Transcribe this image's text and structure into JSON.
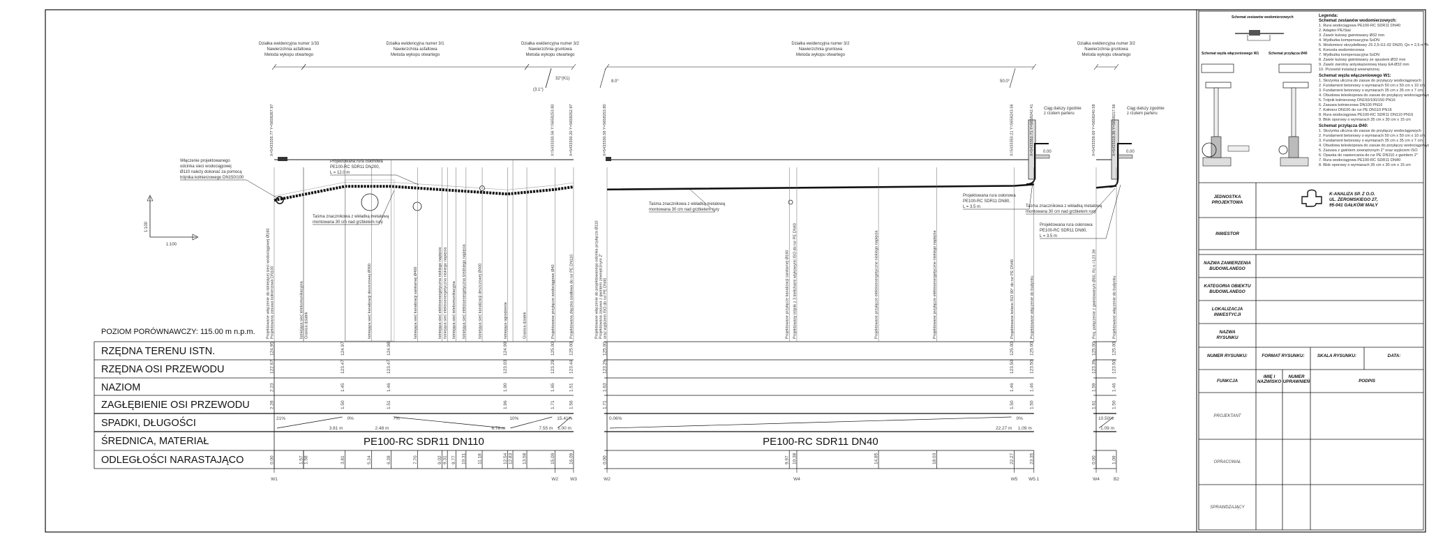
{
  "datum_label": "POZIOM PORÓWNAWCZY: 115.00 m n.p.m.",
  "row_labels": [
    "RZĘDNA TERENU ISTN.",
    "RZĘDNA OSI PRZEWODU",
    "NAZIOM",
    "ZAGŁĘBIENIE OSI PRZEWODU",
    "SPADKI, DŁUGOŚCI",
    "ŚREDNICA, MATERIAŁ",
    "ODLEGŁOŚCI NARASTAJĄCO"
  ],
  "scale_labels": {
    "vertical": "1:100",
    "horizontal": "1:100"
  },
  "segments": [
    {
      "material": "PE100-RC SDR11 DN110",
      "columns": [
        {
          "dist": "0.00",
          "labels": [
            "Projektowane włączenie do istniejącej sieci wodociągowej Ø160",
            "Projektowana zasuwa kołnierzowa DN100"
          ],
          "terrain": "124.95",
          "pipe": "122.67",
          "naziom": "2.23",
          "depth": "2.28"
        },
        {
          "dist": "1.57",
          "labels": [
            "Istniejąca sieć telekomunikacyjna"
          ]
        },
        {
          "dist": "1.58",
          "labels": [
            "Granica działek"
          ]
        },
        {
          "dist": "3.81",
          "labels": [],
          "terrain": "124.97",
          "pipe": "123.47",
          "naziom": "1.45",
          "depth": "1.50"
        },
        {
          "dist": "5.24",
          "labels": [
            "Istniejąca sieć kanalizacji deszczowej Ø300"
          ]
        },
        {
          "dist": "6.28",
          "labels": [],
          "terrain": "124.98",
          "pipe": "123.47",
          "naziom": "1.46",
          "depth": "1.51"
        },
        {
          "dist": "7.70",
          "labels": [
            "Istniejąca sieć kanalizacji sanitarnej Ø400"
          ]
        },
        {
          "dist": "9.02",
          "labels": [
            "Istniejąca sieć elektroenergetyczna niskiego napięcia"
          ]
        },
        {
          "dist": "9.31",
          "labels": [
            "Istniejąca sieć elektroenergetyczna niskiego napięcia"
          ]
        },
        {
          "dist": "9.77",
          "labels": [
            "Istniejąca sieć telekomunikacyjna"
          ]
        },
        {
          "dist": "10.31",
          "labels": [
            "Istniejąca sieć elektroenergetyczna średniego napięcia"
          ]
        },
        {
          "dist": "11.18",
          "labels": [
            "Istniejąca sieć kanalizacji deszczowej Ø400"
          ]
        },
        {
          "dist": "12.54",
          "labels": [
            "Istniejące ogrodzenie"
          ],
          "terrain": "124.99",
          "pipe": "123.03",
          "naziom": "1.90",
          "depth": "1.96"
        },
        {
          "dist": "12.83",
          "labels": []
        },
        {
          "dist": "13.58",
          "labels": [
            "Granica działek"
          ]
        },
        {
          "dist": "15.09",
          "labels": [
            "Projektowane przyłącze wodociągowe Ø40"
          ],
          "terrain": "125.00",
          "pipe": "123.29",
          "naziom": "1.65",
          "depth": "1.71"
        },
        {
          "dist": "16.09",
          "labels": [
            "Projektowana złączka siodłowa do rur PE DN110"
          ],
          "terrain": "125.00",
          "pipe": "123.44",
          "naziom": "1.51",
          "depth": "1.56"
        }
      ],
      "slopes": [
        {
          "from": 0,
          "to": 3.81,
          "pct": "21%",
          "len": "3.81 m",
          "dir": "up"
        },
        {
          "from": 3.81,
          "to": 6.28,
          "pct": "0%",
          "len": "2.48 m",
          "dir": "flat"
        },
        {
          "from": 6.28,
          "to": 12.54,
          "pct": "7%",
          "len": "6.78 m",
          "dir": "down"
        },
        {
          "from": 12.54,
          "to": 15.09,
          "pct": "10%",
          "len": "7.55 m",
          "dir": "up"
        },
        {
          "from": 15.09,
          "to": 16.09,
          "pct": "15.41%",
          "len": "1.00 m",
          "dir": "up"
        }
      ],
      "nodes": [
        {
          "name": "W1",
          "dist": 0
        },
        {
          "name": "W2",
          "dist": 15.09
        },
        {
          "name": "W3",
          "dist": 16.09
        }
      ],
      "parcels": [
        {
          "lines": [
            "Działka ewidencyjna numer 1/33",
            "Nawierzchnia asfaltowa",
            "Metoda wykopu otwartego"
          ],
          "from": 0,
          "to": 1.58
        },
        {
          "lines": [
            "Działka ewidencyjna numer 3/1",
            "Nawierzchnia asfaltowa",
            "Metoda wykopu otwartego"
          ],
          "from": 1.58,
          "to": 13.58
        },
        {
          "lines": [
            "Działka ewidencyjna numer 3/2",
            "Nawierzchnia gruntowa",
            "Metoda wykopu otwartego"
          ],
          "from": 13.58,
          "to": 16.09
        }
      ],
      "coords": [
        {
          "dist": 0,
          "text": "X=5433335.77 Y=5658267.97"
        },
        {
          "dist": 15.09,
          "text": "X=5433330.56 Y=5658253.80"
        },
        {
          "dist": 16.09,
          "text": "X=5433330.20 Y=5658252.97"
        }
      ],
      "angles": [
        "32°(K1)",
        "(3.1°)"
      ]
    },
    {
      "material": "PE100-RC SDR11 DN40",
      "columns": [
        {
          "dist": "0.00",
          "labels": [
            "Projektowane włączenie do projektowanego odcinka przyłącza Ø110",
            "Projektowana zasuwa z gwintem zewnętrznym 2\"",
            "oraz wyjściem ISO do rur PE DN40"
          ],
          "terrain": "125.00",
          "pipe": "123.29",
          "naziom": "1.63",
          "depth": "1.71"
        },
        {
          "dist": "9.97",
          "labels": [
            "Projektowane przyłącze kanalizacji sanitarnej Ø160"
          ]
        },
        {
          "dist": "10.38",
          "labels": [
            "Projektowany trójnik z 3 kielichami wtykowymi ISO do rur PE DN40"
          ]
        },
        {
          "dist": "14.85",
          "labels": [
            "Projektowane przyłącze elektroenergetyczne niskiego napięcia"
          ]
        },
        {
          "dist": "18.03",
          "labels": [
            "Projektowane przyłącze elektroenergetyczne niskiego napięcia"
          ]
        },
        {
          "dist": "22.27",
          "labels": [
            "Projektowane kolano ISO 90° do rur PE DN40"
          ],
          "terrain": "125.00",
          "pipe": "123.50",
          "naziom": "1.46",
          "depth": "1.50"
        },
        {
          "dist": "23.35",
          "labels": [
            "Projektowane włączenie do budynku"
          ],
          "terrain": "125.00",
          "pipe": "123.50",
          "naziom": "1.46",
          "depth": "1.50"
        }
      ],
      "slopes": [
        {
          "from": 0,
          "to": 22.27,
          "pct": "0.06%",
          "len": "22.27 m",
          "dir": "up"
        },
        {
          "from": 22.27,
          "to": 23.35,
          "pct": "0%",
          "len": "1.09 m",
          "dir": "flat"
        }
      ],
      "nodes": [
        {
          "name": "W2",
          "dist": 0
        },
        {
          "name": "W4",
          "dist": 10.38
        },
        {
          "name": "W5",
          "dist": 22.27
        },
        {
          "name": "W5.1",
          "dist": 23.35
        }
      ],
      "parcels": [
        {
          "lines": [
            "Działka ewidencyjna numer 3/2",
            "Nawierzchnia gruntowa",
            "Metoda wykopu otwartego"
          ],
          "from": 0,
          "to": 23.35
        }
      ],
      "coords": [
        {
          "dist": 0,
          "text": "X=5433330.56 Y=5658253.80"
        },
        {
          "dist": 22.27,
          "text": "X=5433350.21 Y=5658243.56"
        },
        {
          "dist": 23.35,
          "text": "X=5433352.71 Y=5658242.41"
        }
      ],
      "angles": [
        "8.0°",
        "50.0°"
      ]
    },
    {
      "material": "",
      "columns": [
        {
          "dist": "0.00",
          "labels": [
            "Proj. połączenie z gwintowanym Ø50, Rz.o.=123.39"
          ],
          "terrain": "125.00",
          "pipe": "123.39",
          "naziom": "1.59",
          "depth": "1.61"
        },
        {
          "dist": "1.09",
          "labels": [
            "Projektowane włączenie do budynku"
          ],
          "terrain": "125.00",
          "pipe": "123.50",
          "naziom": "1.46",
          "depth": "1.50"
        }
      ],
      "slopes": [
        {
          "from": 0,
          "to": 1.09,
          "pct": "10.50%",
          "len": "1.09 m",
          "dir": "up"
        }
      ],
      "nodes": [
        {
          "name": "W4",
          "dist": 0
        },
        {
          "name": "B2",
          "dist": 1.09
        }
      ],
      "parcels": [
        {
          "lines": [
            "Działka ewidencyjna numer 3/2",
            "Nawierzchnia gruntowa",
            "Metoda wykopu otwartego"
          ],
          "from": 0,
          "to": 1.09
        }
      ],
      "coords": [
        {
          "dist": 0,
          "text": "X=5433339.69 Y=5658240.58"
        },
        {
          "dist": 1.09,
          "text": "X=5433319.36 Y=5658217.56"
        }
      ],
      "angles": []
    }
  ],
  "callouts": {
    "connection": [
      "Włączenie projektowanego",
      "odcinka sieci wodociągowej",
      "Ø110 należy dokonać za pomocą",
      "trójnika kołnierzowego DN150/100"
    ],
    "casing_dn200": [
      "Projektowana rura osłonowa",
      "PE100-RC SDR11 DN200,",
      "L = 12.0 m"
    ],
    "tape": [
      "Taśma znacznikowa z wkładką metalową",
      "montowana 30 cm nad grzbietem rury"
    ],
    "casing_dn80": [
      "Projektowana rura osłonowa",
      "PE100-RC SDR11 DN80,",
      "L = 3.5 m"
    ],
    "continuation": [
      "Ciąg dalszy zgodnie",
      "z rzutem parteru"
    ],
    "floor_level": "0.00"
  },
  "legend": {
    "diagram_titles": [
      "Schemat zestawów wodomierzowych",
      "Schemat węzła włączeniowego W1",
      "Schemat przyłącza Ø40"
    ],
    "title": "Legenda:",
    "groups": [
      {
        "heading": "Schemat zestawów wodomierzowych:",
        "items": [
          "1. Rura wodociągowa PE100-RC SDR11 DN40",
          "2. Adapter PE/Stal",
          "3. Zawór kulowy gwintowany Ø32 mm",
          "4. Wydłużka kompensacyjna SxDN",
          "5. Wodomierz skrzydełkowy JS 2,5-G1-02 DN20, Qn = 2,5 m³/h",
          "6. Konsola wodomierzowa",
          "7. Wydłużka kompensacyjna SxDN",
          "8. Zawór kulowy gwintowany ze spustem Ø32 mm",
          "9. Zawór zwrotny antyskażeniowy klasy EA Ø32 mm",
          "10. Przewód instalacji wewnętrznej"
        ]
      },
      {
        "heading": "Schemat węzła włączeniowego W1:",
        "items": [
          "1. Skrzynka uliczna do zasuw do przyłączy wodociągowych",
          "2. Fundament betonowy o wymiarach 50 cm x 50 cm x 10 cm",
          "3. Fundament betonowy o wymiarach 35 cm x 35 cm x 7 cm",
          "4. Obudowa teleskopowa do zasuw do przyłączy wodociągowych",
          "5. Trójnik kołnierzowy DN150/100/150 PN16",
          "6. Zasuwa kołnierzowa DN100 PN16",
          "7. Kołnierz DN100 do rur PE DN110 PN16",
          "8. Rura wodociągowa PE100-RC SDR11 DN110 PN16",
          "9. Blok oporowy o wymiarach 35 cm x 30 cm x 15 cm"
        ]
      },
      {
        "heading": "Schemat przyłącza Ø40:",
        "items": [
          "1. Skrzynka uliczna do zasuw do przyłączy wodociągowych",
          "2. Fundament betonowy o wymiarach 50 cm x 50 cm x 10 cm",
          "3. Fundament betonowy o wymiarach 35 cm x 35 cm x 7 cm",
          "4. Obudowa teleskopowa do zasuw do przyłączy wodociągowych",
          "5. Zasuwa z gwintem zewnętrznym 2\" oraz wyjściem ISO",
          "6. Opaska do nawiercania do rur PE DN110 z gwintem 2\"",
          "7. Rura wodociągowa PE100-RC SDR11 DN40",
          "8. Blok oporowy o wymiarach 35 cm x 30 cm x 15 cm"
        ]
      }
    ]
  },
  "title_block": {
    "design_unit_label": [
      "JEDNOSTKA",
      "PROJEKTOWA"
    ],
    "company": [
      "K-ANALIZA SP. Z O.O.",
      "UL. ŻEROMSKIEGO 27,",
      "95-041 GAŁKÓW MAŁY"
    ],
    "investor_label": "INWESTOR",
    "rows": [
      [
        "NAZWA ZAMIERZENIA",
        "BUDOWLANEGO"
      ],
      [
        "KATEGORIA OBIEKTU",
        "BUDOWLANEGO"
      ],
      [
        "LOKALIZACJA",
        "INWESTYCJI"
      ],
      [
        "NAZWA",
        "RYSUNKU"
      ]
    ],
    "info_headers": [
      "NUMER RYSUNKU:",
      "FORMAT RYSUNKU:",
      "SKALA RYSUNKU:",
      "DATA:"
    ],
    "sign_headers": [
      "FUNKCJA",
      "IMIĘ I NAZWISKO",
      "NUMER UPRAWNIEŃ",
      "PODPIS"
    ],
    "functions": [
      "PROJEKTANT",
      "OPRACOWAŁ",
      "SPRAWDZAJĄCY"
    ]
  },
  "colors": {
    "line": "#111111",
    "grid": "#888888",
    "text": "#222222"
  }
}
